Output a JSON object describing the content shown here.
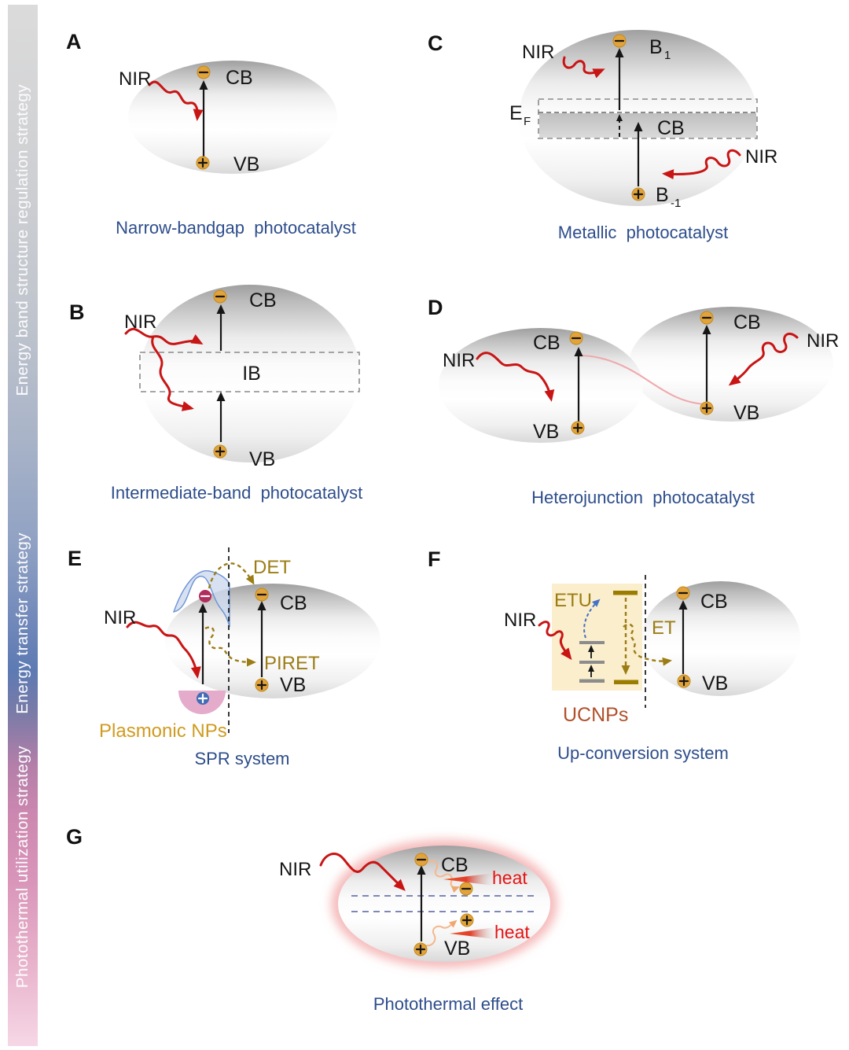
{
  "sidebar": {
    "sections": [
      {
        "label": "Energy band structure regulation strategy"
      },
      {
        "label": "Energy transfer strategy"
      },
      {
        "label": "Photothermal utilization strategy"
      }
    ]
  },
  "panels": {
    "a": {
      "letter": "A",
      "nir": "NIR",
      "cb": "CB",
      "vb": "VB",
      "caption": "Narrow-bandgap  photocatalyst"
    },
    "b": {
      "letter": "B",
      "nir": "NIR",
      "cb": "CB",
      "ib": "IB",
      "vb": "VB",
      "caption": "Intermediate-band  photocatalyst"
    },
    "c": {
      "letter": "C",
      "nir_top": "NIR",
      "nir_bottom": "NIR",
      "band_upper": "B",
      "band_upper_sub": "1",
      "ef": "E",
      "ef_sub": "F",
      "cb": "CB",
      "band_lower": "B",
      "band_lower_sub": "-1",
      "caption": "Metallic  photocatalyst"
    },
    "d": {
      "letter": "D",
      "nir_left": "NIR",
      "nir_right": "NIR",
      "cb_left": "CB",
      "vb_left": "VB",
      "cb_right": "CB",
      "vb_right": "VB",
      "caption": "Heterojunction  photocatalyst"
    },
    "e": {
      "letter": "E",
      "nir": "NIR",
      "det": "DET",
      "piret": "PIRET",
      "cb": "CB",
      "vb": "VB",
      "plasmonic_label": "Plasmonic NPs",
      "caption": "SPR system"
    },
    "f": {
      "letter": "F",
      "nir": "NIR",
      "etu": "ETU",
      "et": "ET",
      "cb": "CB",
      "vb": "VB",
      "ucnp_label": "UCNPs",
      "caption": "Up-conversion system"
    },
    "g": {
      "letter": "G",
      "nir": "NIR",
      "cb": "CB",
      "vb": "VB",
      "heat_top": "heat",
      "heat_bottom": "heat",
      "caption": "Photothermal effect"
    }
  },
  "colors": {
    "caption_blue": "#2d4d8b",
    "nir_red": "#c91414",
    "gold_circle": "#e2a33a",
    "gold_label": "#9c7d15",
    "plasmonic_gold": "#cf9b20",
    "ucnp_brown": "#b0512b",
    "heat_red": "#e51414",
    "sidebar_top_gray": "#dbdbdb",
    "sidebar_blue": "#5d7ab3",
    "sidebar_pink": "#f6d7e6"
  }
}
